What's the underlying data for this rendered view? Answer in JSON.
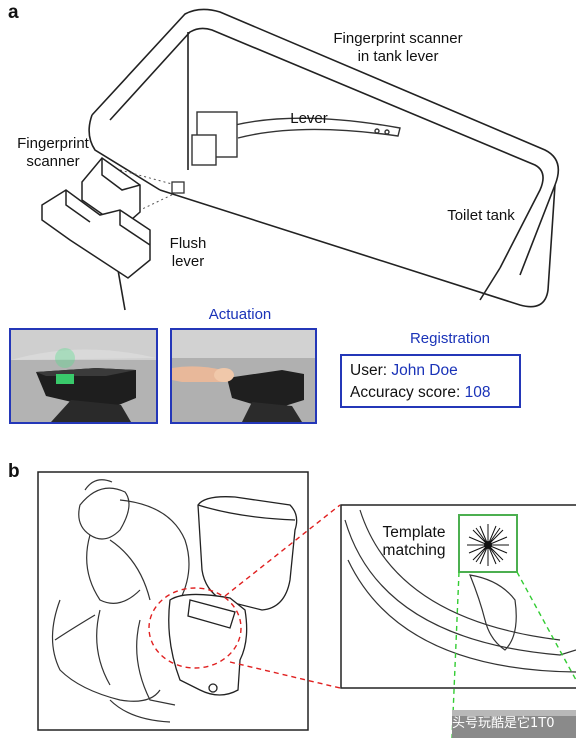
{
  "panel_a": {
    "letter": "a",
    "labels": {
      "fingerprint_scanner_tank": [
        "Fingerprint scanner",
        "in tank lever"
      ],
      "lever": "Lever",
      "fingerprint_scanner": [
        "Fingerprint",
        "scanner"
      ],
      "toilet_tank": "Toilet tank",
      "flush_lever": [
        "Flush",
        "lever"
      ]
    },
    "actuation_title": "Actuation",
    "registration_title": "Registration",
    "registration": {
      "user_label": "User:",
      "user_value": "John Doe",
      "score_label": "Accuracy score:",
      "score_value": "108"
    }
  },
  "panel_b": {
    "letter": "b",
    "template_label": [
      "Template",
      "matching"
    ],
    "watermark": "头号玩酷是它1T0"
  },
  "colors": {
    "accent_blue": "#1a33b8",
    "box_blue": "#2437b8",
    "dashed_red": "#e02020",
    "dashed_green": "#33cc33",
    "template_box_green": "#4caf50"
  }
}
